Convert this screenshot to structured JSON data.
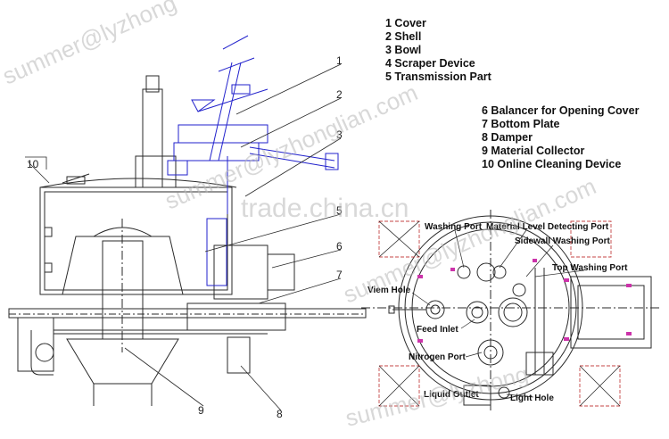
{
  "legend_a": {
    "items": [
      {
        "label": "1 Cover"
      },
      {
        "label": "2 Shell"
      },
      {
        "label": "3 Bowl"
      },
      {
        "label": "4 Scraper Device"
      },
      {
        "label": "5 Transmission Part"
      }
    ]
  },
  "legend_b": {
    "items": [
      {
        "label": "6   Balancer for Opening Cover"
      },
      {
        "label": "7   Bottom Plate"
      },
      {
        "label": "8   Damper"
      },
      {
        "label": "9   Material Collector"
      },
      {
        "label": "10 Online Cleaning Device"
      }
    ]
  },
  "side_view": {
    "callouts": [
      "1",
      "2",
      "3",
      "5",
      "6",
      "7",
      "8",
      "9",
      "10"
    ]
  },
  "top_view": {
    "labels": {
      "washing_port": "Washing Port",
      "level_port": "Material Level Detecting Port",
      "sidewall_port": "Sidewall Washing Port",
      "top_washing_port": "Top Washing Port",
      "view_hole": "Viem Hole",
      "feed_inlet": "Feed Inlet",
      "nitrogen_port": "Nitrogen Port",
      "liquid_outlet": "Liquid Outlet",
      "light_hole": "Light Hole"
    }
  },
  "watermarks": {
    "left_top": "summer@lyzhong",
    "center": "summer@lyzhonglian.com",
    "mid": "trade.china.cn",
    "right": "summer@lyzhonglian.com",
    "bottom": "summer@lyzhong"
  },
  "colors": {
    "line": "#2a2a2a",
    "blue": "#2222cc",
    "pink": "#cc33aa",
    "red_dash": "#c44444"
  }
}
